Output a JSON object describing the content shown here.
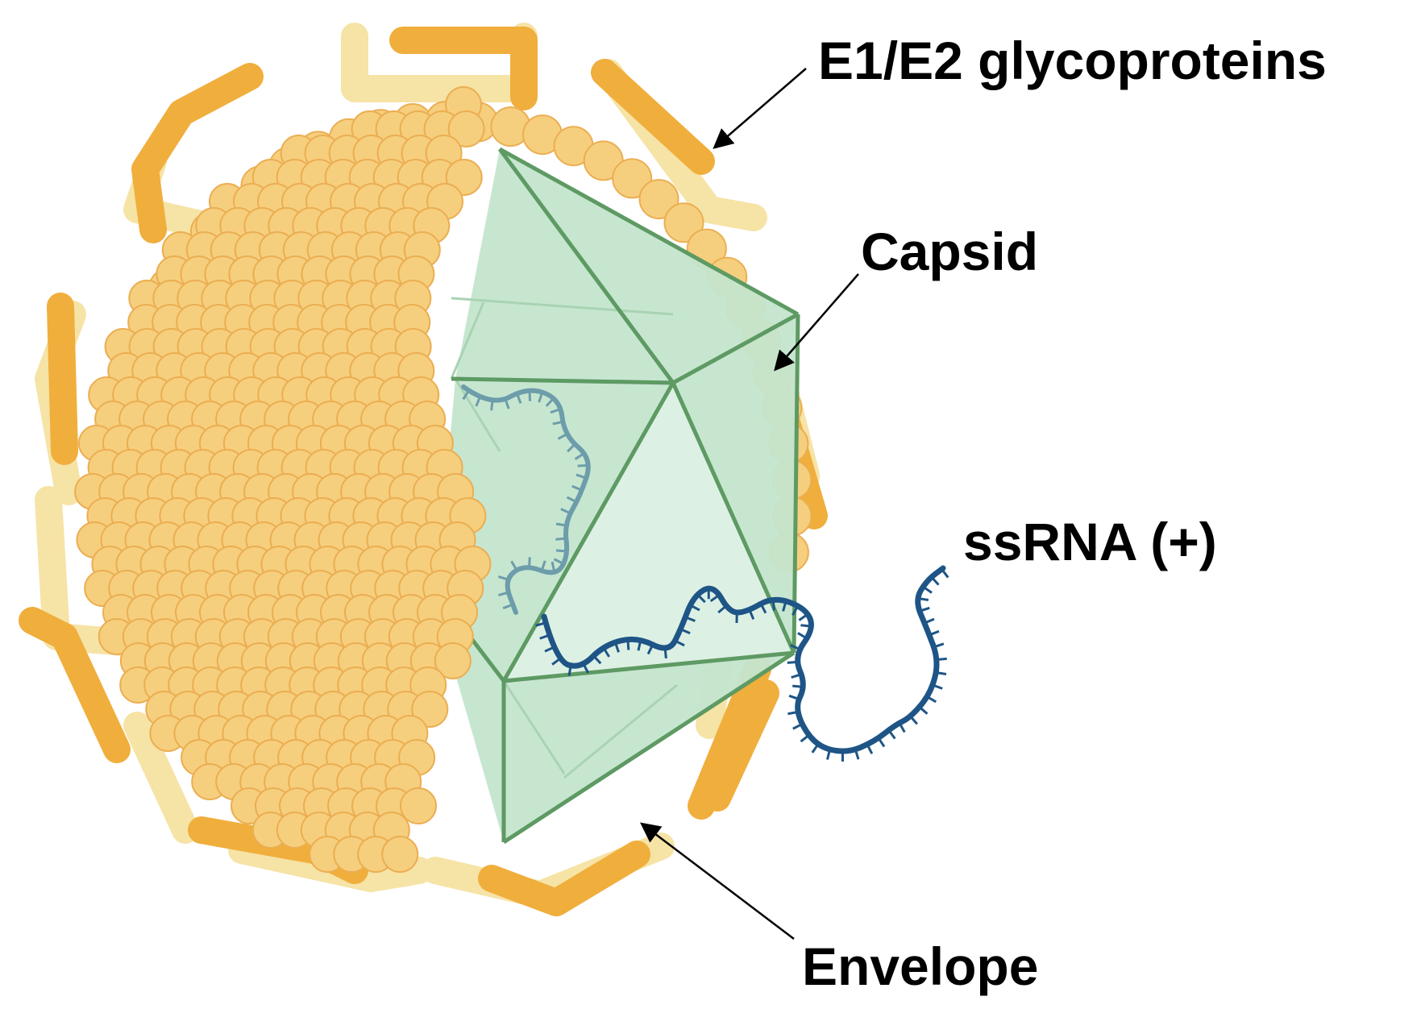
{
  "labels": {
    "glycoproteins": "E1/E2 glycoproteins",
    "capsid": "Capsid",
    "ssrna": "ssRNA (+)",
    "envelope": "Envelope"
  },
  "colors": {
    "spike_dark": "#F0AE3C",
    "spike_light": "#F6E3A6",
    "envelope_fill": "#F6CF7E",
    "envelope_stroke": "#EBAE52",
    "capsid_fill": "#BFE2C8",
    "capsid_light_face": "#DDF0E4",
    "capsid_edge": "#5E9A63",
    "rna_dark": "#1E5586",
    "rna_faded": "#6D9DAA",
    "arrow": "#000000"
  }
}
